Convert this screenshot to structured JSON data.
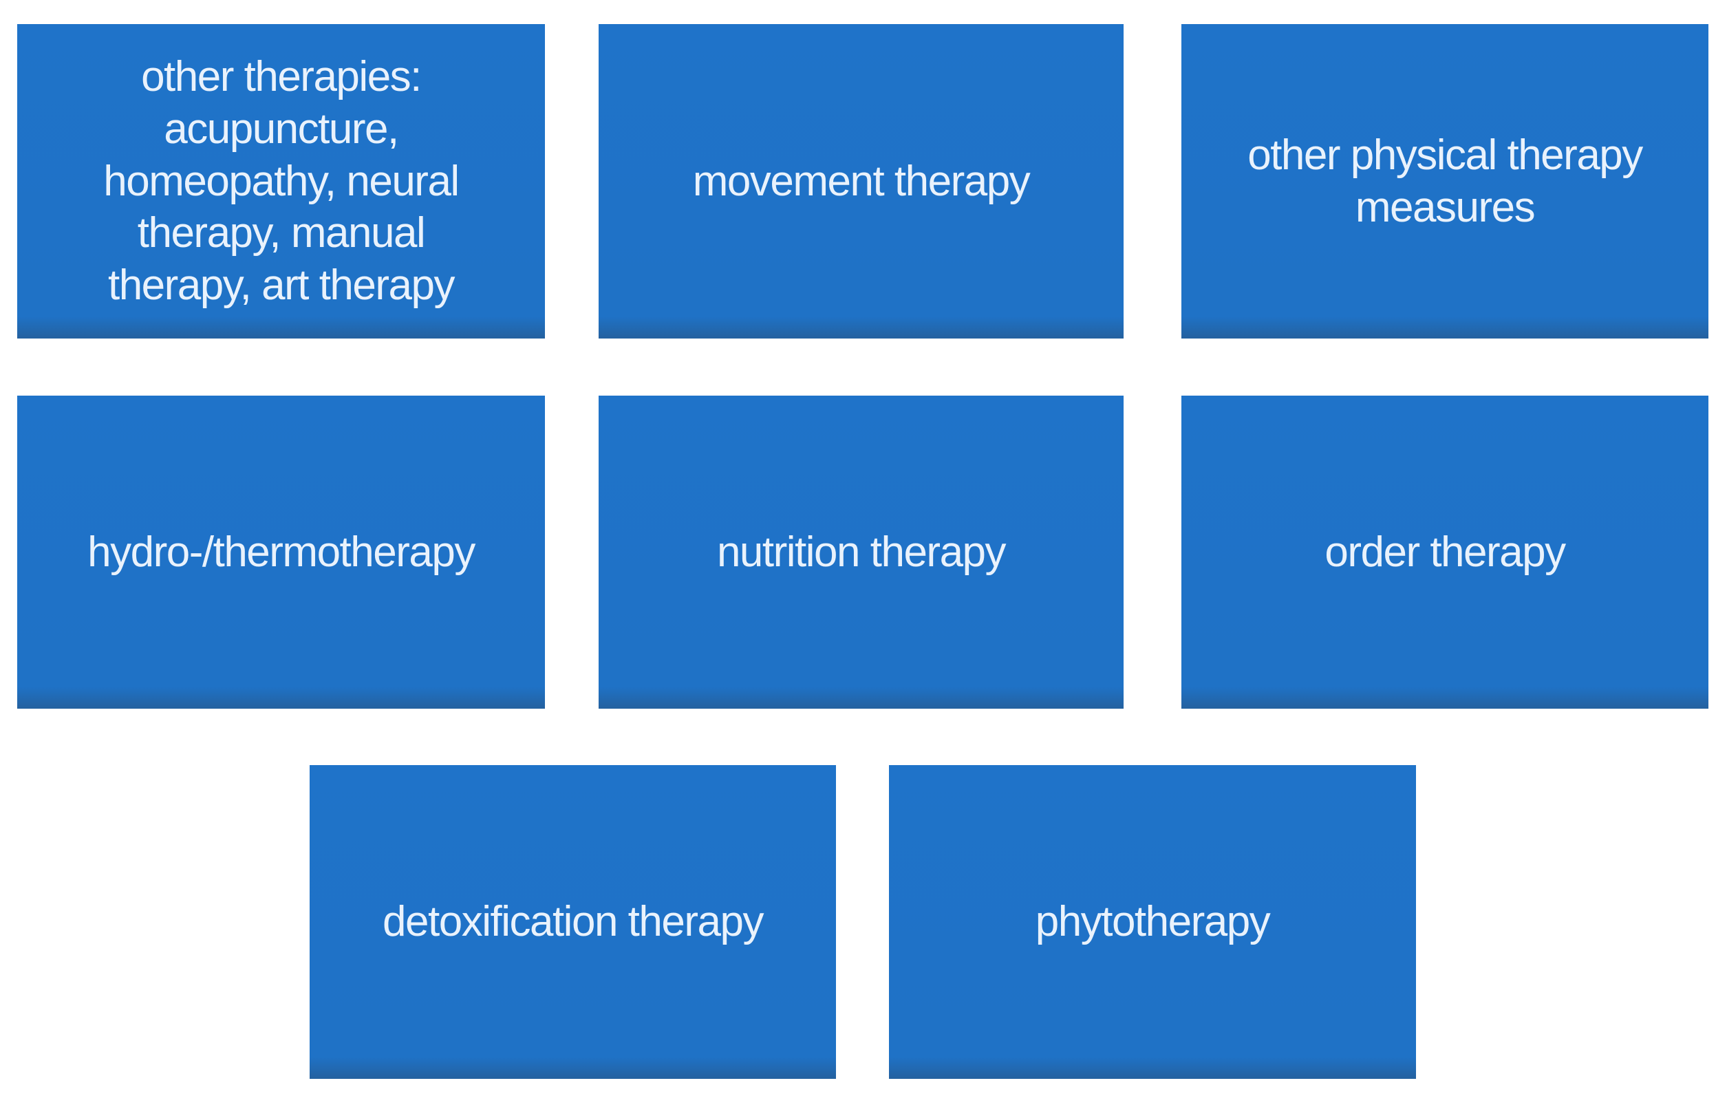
{
  "diagram": {
    "description": "grid of therapy category boxes",
    "colors": {
      "box_fill": "#1f72c6",
      "box_bottom_edge": "#24619f",
      "box_text": "#e9f2fc",
      "page_background": "#ffffff"
    },
    "boxes": [
      {
        "label": "other therapies:\nacupuncture,\nhomeopathy, neural\ntherapy, manual\ntherapy, art therapy"
      },
      {
        "label": "movement therapy"
      },
      {
        "label": "other physical therapy\nmeasures"
      },
      {
        "label": "hydro-/thermotherapy"
      },
      {
        "label": "nutrition therapy"
      },
      {
        "label": "order therapy"
      },
      {
        "label": "detoxification therapy"
      },
      {
        "label": "phytotherapy"
      }
    ]
  }
}
